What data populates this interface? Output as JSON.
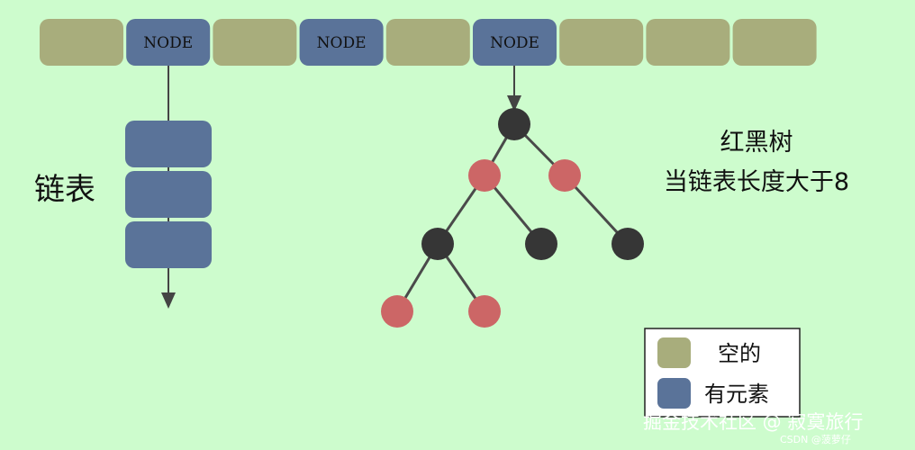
{
  "colors": {
    "background": "#cdfccd",
    "empty": "#a8ad7c",
    "occupied": "#5a7399",
    "red_node": "#cc6666",
    "black_node": "#363636",
    "edge": "#4a4a4a"
  },
  "buckets": [
    {
      "state": "empty",
      "label": ""
    },
    {
      "state": "occupied",
      "label": "NODE"
    },
    {
      "state": "empty",
      "label": ""
    },
    {
      "state": "occupied",
      "label": "NODE"
    },
    {
      "state": "empty",
      "label": ""
    },
    {
      "state": "occupied",
      "label": "NODE"
    },
    {
      "state": "empty",
      "label": ""
    },
    {
      "state": "empty",
      "label": ""
    },
    {
      "state": "empty",
      "label": ""
    }
  ],
  "linked_list": {
    "label": "链表",
    "node_count": 3
  },
  "red_black_tree": {
    "title_line1": "红黑树",
    "title_line2": "当链表长度大于8",
    "nodes": [
      {
        "id": "root",
        "color": "black"
      },
      {
        "id": "l",
        "color": "red"
      },
      {
        "id": "r",
        "color": "red"
      },
      {
        "id": "ll",
        "color": "black"
      },
      {
        "id": "lr",
        "color": "black"
      },
      {
        "id": "rr",
        "color": "black"
      },
      {
        "id": "lll",
        "color": "red"
      },
      {
        "id": "llr",
        "color": "red"
      }
    ]
  },
  "legend": {
    "items": [
      {
        "color_key": "empty",
        "label": "空的"
      },
      {
        "color_key": "occupied",
        "label": "有元素"
      }
    ]
  },
  "watermark": {
    "text": "掘金技术社区 @ 寂寞旅行",
    "small": "CSDN @菠萝仔"
  }
}
